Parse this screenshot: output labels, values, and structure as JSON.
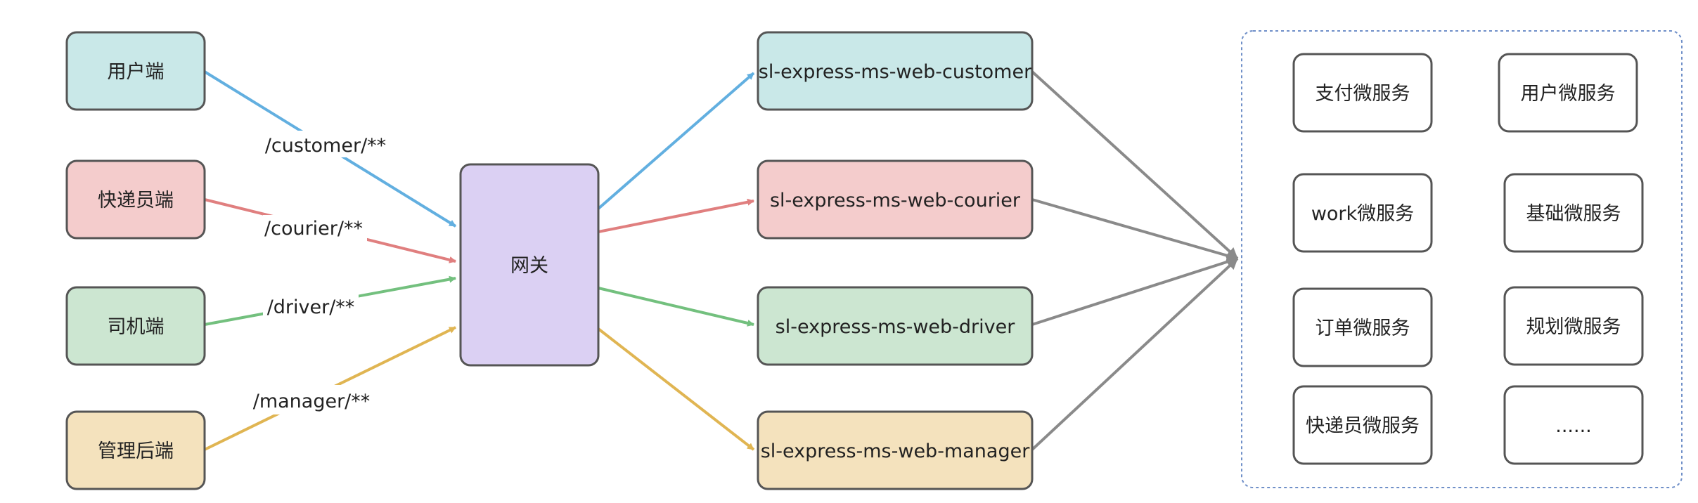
{
  "clients": [
    {
      "label": "用户端",
      "color": "#c9e8e8",
      "edge_color": "#62afe0",
      "route": "/customer/**"
    },
    {
      "label": "快递员端",
      "color": "#f4cccc",
      "edge_color": "#e07f7f",
      "route": "/courier/**"
    },
    {
      "label": "司机端",
      "color": "#cce6d1",
      "edge_color": "#73c07e",
      "route": "/driver/**"
    },
    {
      "label": "管理后端",
      "color": "#f4e2bd",
      "edge_color": "#e0b552",
      "route": "/manager/**"
    }
  ],
  "gateway": {
    "label": "网关",
    "color": "#dbd0f3"
  },
  "web_services": [
    {
      "label": "sl-express-ms-web-customer",
      "color": "#c9e8e8"
    },
    {
      "label": "sl-express-ms-web-courier",
      "color": "#f4cccc"
    },
    {
      "label": "sl-express-ms-web-driver",
      "color": "#cce6d1"
    },
    {
      "label": "sl-express-ms-web-manager",
      "color": "#f4e2bd"
    }
  ],
  "microservices": [
    {
      "label": "支付微服务"
    },
    {
      "label": "用户微服务"
    },
    {
      "label": "work微服务"
    },
    {
      "label": "基础微服务"
    },
    {
      "label": "订单微服务"
    },
    {
      "label": "规划微服务"
    },
    {
      "label": "快递员微服务"
    },
    {
      "label": "......"
    }
  ],
  "colors": {
    "border": "#555555",
    "aggregate_arrow": "#8a8a8a",
    "group_border": "#6f8fc8"
  }
}
